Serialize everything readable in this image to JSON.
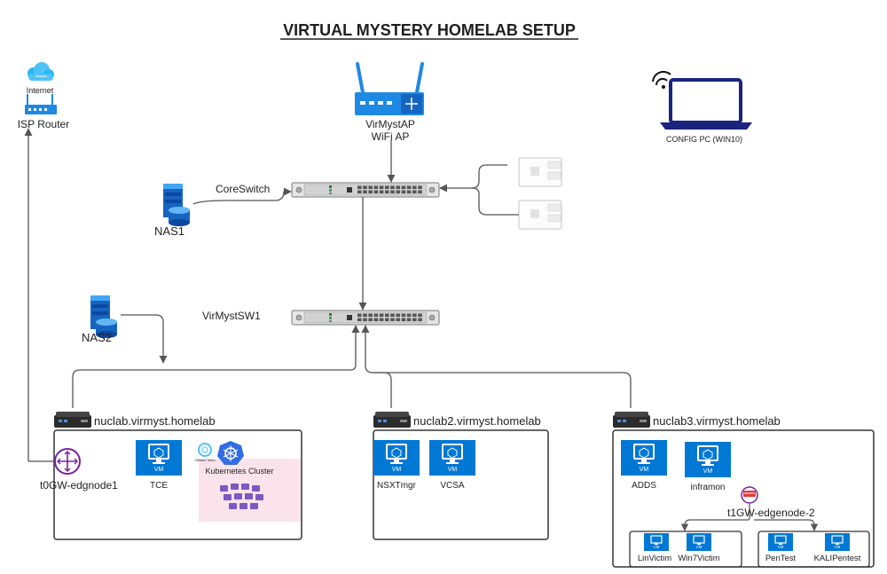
{
  "title": "VIRTUAL MYSTERY HOMELAB SETUP",
  "internet": {
    "cloud_label": "Internet",
    "router_label": "ISP Router"
  },
  "wifi_ap": {
    "line1": "VirMystAP",
    "line2": "WiFi AP"
  },
  "config_pc": {
    "label": "CONFIG PC (WIN10)"
  },
  "core_switch": {
    "label": "CoreSwitch"
  },
  "sw1": {
    "label": "VirMystSW1"
  },
  "nas1": {
    "label": "NAS1"
  },
  "nas2": {
    "label": "NAS2"
  },
  "nuc1": {
    "label": "nuclab.virmyst.homelab",
    "edgenode": "t0GW-edgnode1",
    "vms": [
      {
        "badge": "VM",
        "name": "TCE"
      }
    ],
    "tanzu_label": "VMware Tanzu",
    "k8s_label": "Kubernetes Cluster"
  },
  "nuc2": {
    "label": "nuclab2.virmyst.homelab",
    "vms": [
      {
        "badge": "VM",
        "name": "NSXTmgr"
      },
      {
        "badge": "VM",
        "name": "VCSA"
      }
    ]
  },
  "nuc3": {
    "label": "nuclab3.virmyst.homelab",
    "vms": [
      {
        "badge": "VM",
        "name": "ADDS"
      },
      {
        "badge": "VM",
        "name": "inframon"
      }
    ],
    "edgenode": "t1GW-edgenode-2",
    "group_left": [
      {
        "badge": "VM",
        "name": "LinVictim"
      },
      {
        "badge": "VM",
        "name": "Win7Victim"
      }
    ],
    "group_right": [
      {
        "badge": "VM",
        "name": "PenTest"
      },
      {
        "badge": "VM",
        "name": "KALIPentest"
      }
    ]
  },
  "colors": {
    "azure_blue": "#0078d4",
    "router_blue": "#1e88e5",
    "laptop_navy": "#1a237e",
    "k8s_bg": "#fbe3ec",
    "k8s_purple": "#7e57c2",
    "edge_purple": "#7b1fa2",
    "line_gray": "#555555"
  }
}
